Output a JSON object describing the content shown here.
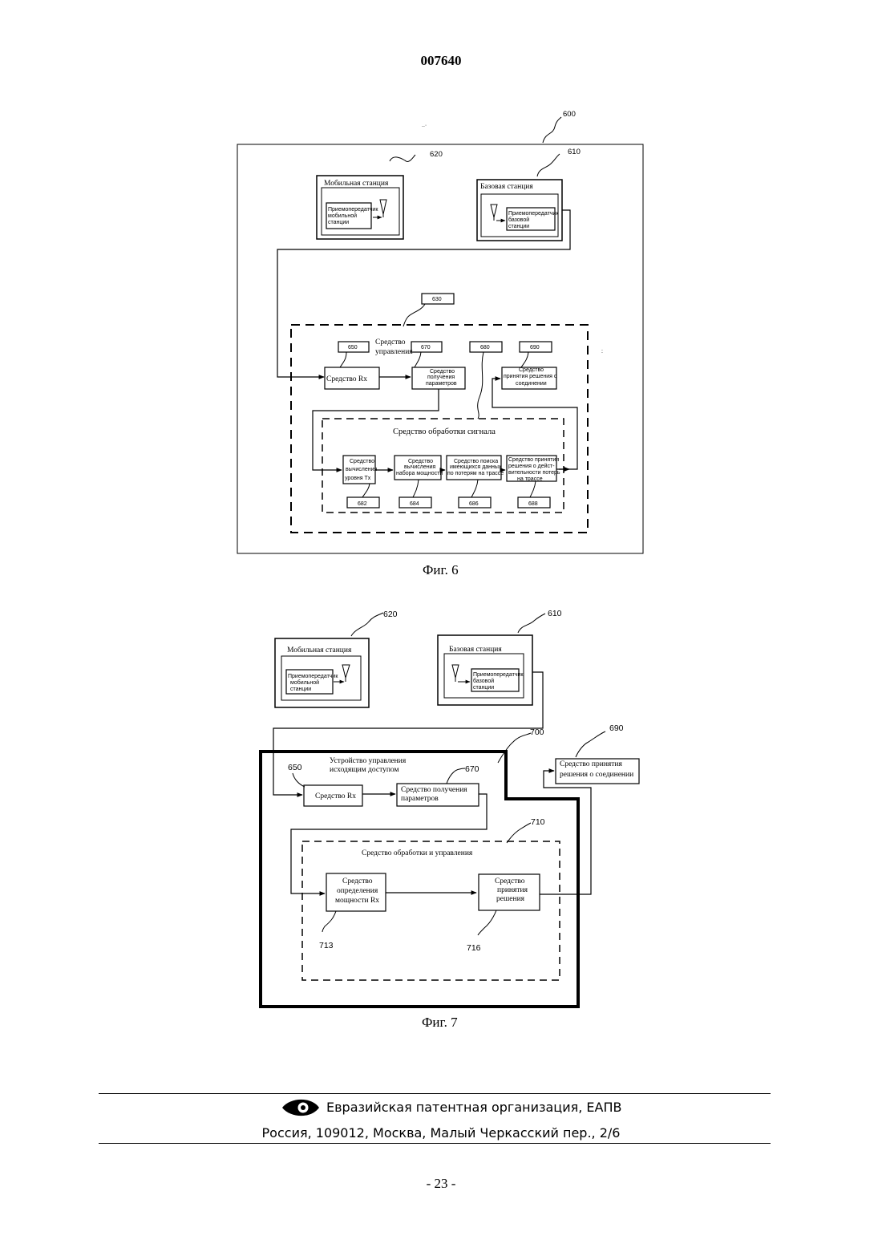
{
  "header": {
    "doc_number": "007640"
  },
  "fig6": {
    "ref_system": "600",
    "mobile_station": {
      "ref": "620",
      "title": "Мобильная станция",
      "transceiver_l1": "Приемопередатчик",
      "transceiver_l2": "мобильной",
      "transceiver_l3": "станции"
    },
    "base_station": {
      "ref": "610",
      "title": "Базовая станция",
      "transceiver_l1": "Приемопередатчик",
      "transceiver_l2": "базовой",
      "transceiver_l3": "станции"
    },
    "control": {
      "ref": "630",
      "title_l1": "Средство",
      "title_l2": "управления"
    },
    "rx_means": {
      "ref": "650",
      "label": "Средство Rx"
    },
    "param_means": {
      "ref": "670",
      "label_l1": "Средство",
      "label_l2": "получения",
      "label_l3": "параметров"
    },
    "ref_680": "680",
    "decision_conn": {
      "ref": "690",
      "label_l1": "Средство",
      "label_l2": "принятия решения о",
      "label_l3": "соединении"
    },
    "signal_processing": {
      "title": "Средство обработки сигнала",
      "b682": {
        "ref": "682",
        "label_l1": "Средство",
        "label_l2": "вычисления",
        "label_l3": "уровня Tx"
      },
      "b684": {
        "ref": "684",
        "label_l1": "Средство",
        "label_l2": "вычисления",
        "label_l3": "набора мощности"
      },
      "b686": {
        "ref": "686",
        "label_l1": "Средство поиска",
        "label_l2": "имеющихся данных",
        "label_l3": "по потерям на трассе"
      },
      "b688": {
        "ref": "688",
        "label_l1": "Средство принятия",
        "label_l2": "решения о дейст-",
        "label_l3": "вительности потерь",
        "label_l4": "на трассе"
      }
    },
    "caption": "Фиг. 6"
  },
  "fig7": {
    "mobile_station": {
      "ref": "620",
      "title": "Мобильная станция",
      "transceiver_l1": "Приемопередатчик",
      "transceiver_l2": "мобильной",
      "transceiver_l3": "станции"
    },
    "base_station": {
      "ref": "610",
      "title": "Базовая станция",
      "transceiver_l1": "Приемопередатчик",
      "transceiver_l2": "базовой",
      "transceiver_l3": "станции"
    },
    "access_control": {
      "ref": "700",
      "title_l1": "Устройство управления",
      "title_l2": "исходящим доступом"
    },
    "decision_conn": {
      "ref": "690",
      "label_l1": "Средство принятия",
      "label_l2": "решения о соединении"
    },
    "rx_means": {
      "ref": "650",
      "label": "Средство Rx"
    },
    "param_means": {
      "ref": "670",
      "label_l1": "Средство получения",
      "label_l2": "параметров"
    },
    "processing": {
      "ref": "710",
      "title": "Средство обработки и управления"
    },
    "rx_power": {
      "ref": "713",
      "label_l1": "Средство",
      "label_l2": "определения",
      "label_l3": "мощности Rx"
    },
    "decision": {
      "ref": "716",
      "label_l1": "Средство",
      "label_l2": "принятия",
      "label_l3": "решения"
    },
    "caption": "Фиг. 7"
  },
  "footer": {
    "org": "Евразийская патентная организация, ЕАПВ",
    "address": "Россия, 109012, Москва, Малый Черкасский пер., 2/6",
    "logo_icon": "eye-logo-icon"
  },
  "page_number": "- 23 -"
}
